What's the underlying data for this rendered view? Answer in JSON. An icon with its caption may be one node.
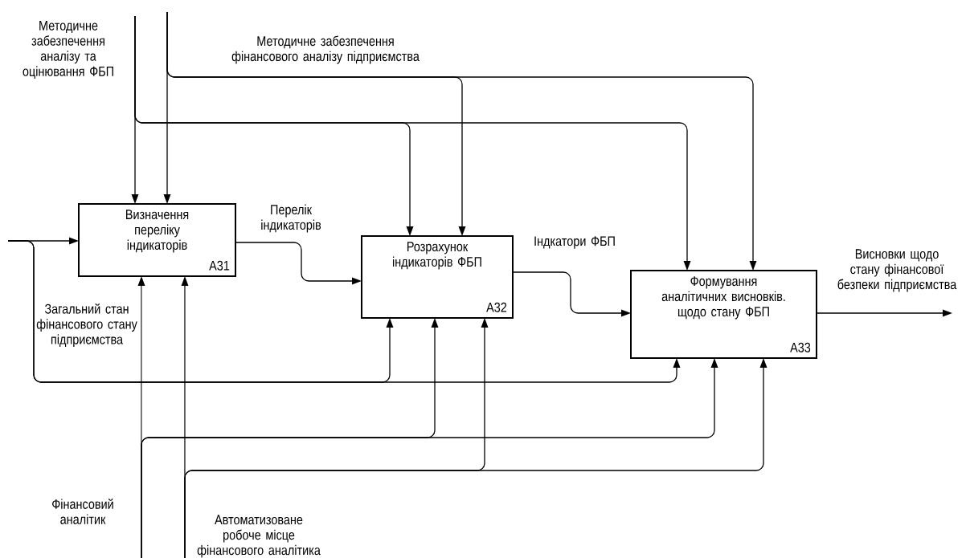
{
  "diagram": {
    "nodes": [
      {
        "text": [
          "Визначення переліку індикаторів",
          "A31"
        ]
      },
      {
        "text": [
          "Розрахунок індикаторів ФБП",
          "A32"
        ]
      },
      {
        "text": [
          "Формування аналітичних висновків. щодо стану ФБП",
          "A33"
        ]
      }
    ],
    "edges": [
      {
        "from": null,
        "to": 0,
        "arrow": "to",
        "label": "Методичне забезпечення аналізу та оцінювання ФБП"
      },
      {
        "from": null,
        "to": 1,
        "arrow": "to"
      },
      {
        "from": null,
        "to": 2,
        "arrow": "to"
      },
      {
        "from": null,
        "to": 0,
        "arrow": "to"
      },
      {
        "from": null,
        "to": 1,
        "arrow": "to",
        "label": "Методичне забезпечення фінансового аналізу підприємства"
      },
      {
        "from": null,
        "to": 2,
        "arrow": "to"
      },
      {
        "from": null,
        "to": 0,
        "arrow": "to"
      },
      {
        "from": null,
        "to": 1,
        "arrow": "to",
        "label": "Загальний стан фінансового стану підприємства"
      },
      {
        "from": null,
        "to": 2,
        "arrow": "to"
      },
      {
        "from": 0,
        "to": 1,
        "arrow": "to",
        "label": "Перелік індикаторів"
      },
      {
        "from": 1,
        "to": 2,
        "arrow": "to",
        "label": "Індкатори ФБП"
      },
      {
        "from": 2,
        "to": null,
        "arrow": "to",
        "label": "Висновки щодо стану фінансової безпеки підприємства"
      },
      {
        "from": null,
        "to": 0,
        "arrow": "to",
        "label": "Фінансовий аналітик"
      },
      {
        "from": null,
        "to": 1,
        "arrow": "to"
      },
      {
        "from": null,
        "to": 2,
        "arrow": "to"
      },
      {
        "from": null,
        "to": 0,
        "arrow": "to",
        "label": "Автоматизоване робоче місце фінансового аналітика"
      },
      {
        "from": null,
        "to": 1,
        "arrow": "to"
      },
      {
        "from": null,
        "to": 2,
        "arrow": "to"
      }
    ]
  }
}
